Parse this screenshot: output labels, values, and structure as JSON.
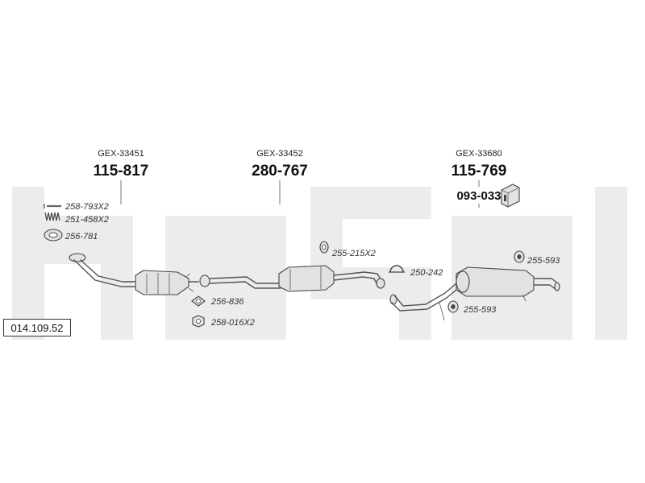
{
  "diagram_code": "014.109.52",
  "colors": {
    "watermark": "#ececec",
    "pipe": "#555555",
    "part_fill": "#e2e2e2",
    "text": "#222222"
  },
  "groups": {
    "front": {
      "gex": "GEX-33451",
      "number": "115-817"
    },
    "middle": {
      "gex": "GEX-33452",
      "number": "280-767"
    },
    "rear": {
      "gex": "GEX-33680",
      "number": "115-769",
      "sub_number": "093-033"
    }
  },
  "refs": {
    "r1": "258-793X2",
    "r2": "251-458X2",
    "r3": "256-781",
    "r4": "256-836",
    "r5": "258-016X2",
    "r6": "255-215X2",
    "r7": "250-242",
    "r8": "255-593",
    "r9": "255-593"
  }
}
